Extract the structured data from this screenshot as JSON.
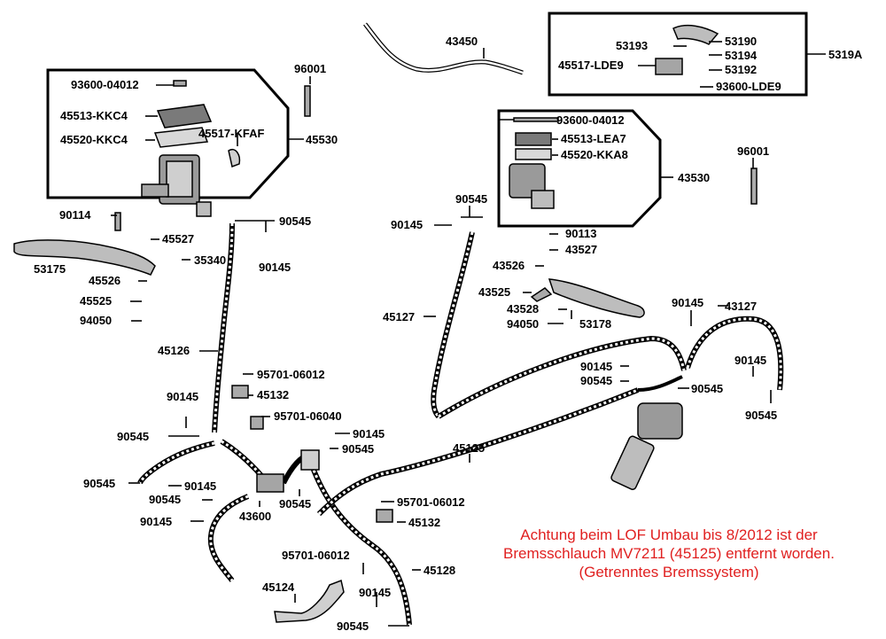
{
  "labels": {
    "p43450": "43450",
    "p5319A": "5319A",
    "p53190": "53190",
    "p53193": "53193",
    "p53194": "53194",
    "p45517_LDE9": "45517-LDE9",
    "p53192": "53192",
    "p93600_LDE9": "93600-LDE9",
    "p96001_a": "96001",
    "p93600_04012_a": "93600-04012",
    "p45513_KKC4": "45513-KKC4",
    "p45520_KKC4": "45520-KKC4",
    "p45517_KFAF": "45517-KFAF",
    "p45530": "45530",
    "p90114": "90114",
    "p45527_a": "45527",
    "p35340": "35340",
    "p53175": "53175",
    "p45526": "45526",
    "p45525_a": "45525",
    "p94050_a": "94050",
    "p90545_a": "90545",
    "p90145_a": "90145",
    "p45126": "45126",
    "p95701_06012_a": "95701-06012",
    "p45132_a": "45132",
    "p95701_06040": "95701-06040",
    "p90145_b": "90145",
    "p90545_b": "90545",
    "p90145_c": "90145",
    "p90545_c": "90545",
    "p90545_d": "90545",
    "p90145_d": "90145",
    "p90545_e": "90545",
    "p90145_e": "90145",
    "p43600": "43600",
    "p90545_f": "90545",
    "p45125": "45125",
    "p95701_06012_b": "95701-06012",
    "p45132_b": "45132",
    "p95701_06012_c": "95701-06012",
    "p45128": "45128",
    "p45124": "45124",
    "p90145_f": "90145",
    "p90545_g": "90545",
    "p93600_04012_b": "93600-04012",
    "p45513_LEA7": "45513-LEA7",
    "p45520_KKA8": "45520-KKA8",
    "p43530": "43530",
    "p96001_b": "96001",
    "p90545_h": "90545",
    "p90145_g": "90145",
    "p90113": "90113",
    "p43527_b": "43527",
    "p43526": "43526",
    "p43525_b": "43525",
    "p43528": "43528",
    "p94050_b": "94050",
    "p53178": "53178",
    "p45127": "45127",
    "p90145_h": "90145",
    "p43127": "43127",
    "p90145_i": "90145",
    "p90545_i": "90545",
    "p90145_j": "90145",
    "p90545_j": "90545",
    "p90545_k": "90545"
  },
  "note": {
    "line1": "Achtung beim LOF Umbau bis 8/2012 ist der",
    "line2": "Bremsschlauch MV7211 (45125) entfernt worden.",
    "line3": "(Getrenntes Bremssystem)"
  },
  "colors": {
    "line": "#000000",
    "part_fill": "#8c8c8c",
    "part_light": "#d0d0d0",
    "note_text": "#e02020"
  }
}
